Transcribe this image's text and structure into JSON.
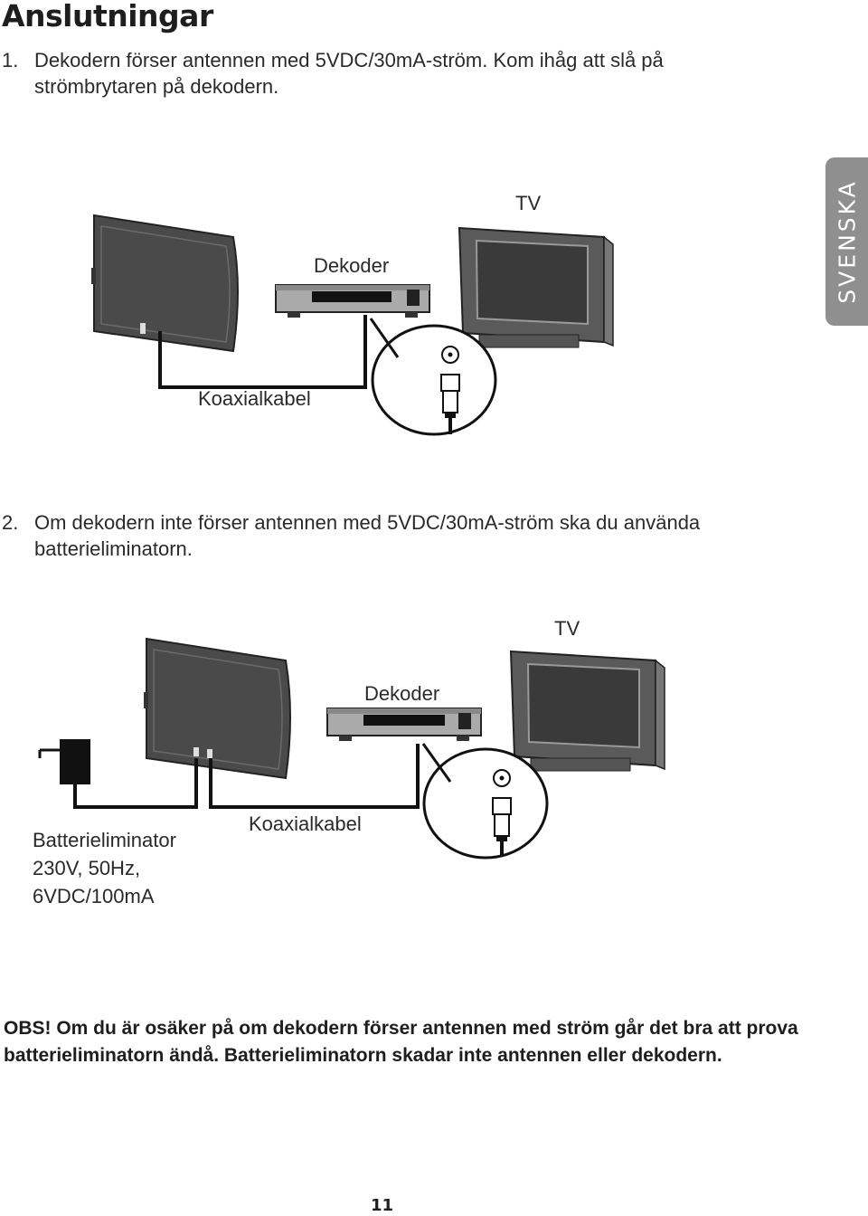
{
  "page": {
    "title": "Anslutningar",
    "language_tab": "SVENSKA",
    "page_number": "11"
  },
  "steps": [
    {
      "number": "1.",
      "text": "Dekodern förser antennen med 5VDC/30mA-ström. Kom ihåg att slå på strömbrytaren på dekodern."
    },
    {
      "number": "2.",
      "text": "Om dekodern inte förser antennen med 5VDC/30mA-ström ska du använda batterieliminatorn."
    }
  ],
  "diagram1": {
    "tv_label": "TV",
    "decoder_label": "Dekoder",
    "cable_label": "Koaxialkabel"
  },
  "diagram2": {
    "tv_label": "TV",
    "decoder_label": "Dekoder",
    "cable_label": "Koaxialkabel",
    "eliminator_label_line1": "Batterieliminator",
    "eliminator_label_line2": "230V, 50Hz,",
    "eliminator_label_line3": "6VDC/100mA"
  },
  "note": "OBS! Om du är osäker på om dekodern förser antennen med ström går det bra att prova batterieliminatorn ändå. Batterieliminatorn skadar inte antennen eller dekodern."
}
